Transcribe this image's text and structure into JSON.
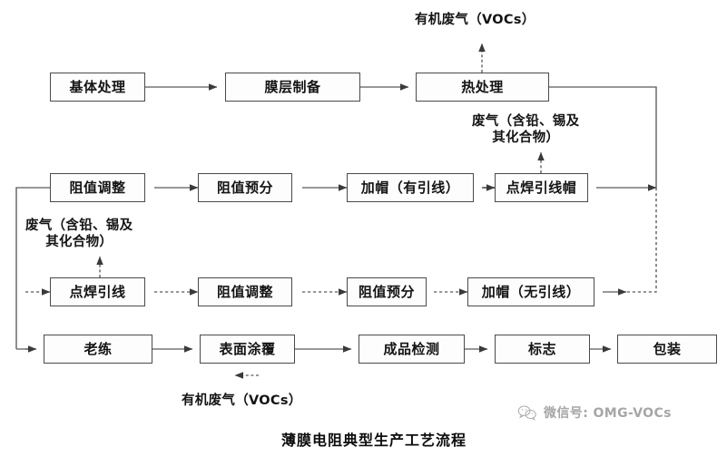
{
  "diagram": {
    "title": "薄膜电阻典型生产工艺流程",
    "background_color": "#ffffff",
    "line_color": "#4a4a4a",
    "text_color": "#141414",
    "nodes": [
      {
        "id": "substrate",
        "label": "基体处理",
        "row": 1
      },
      {
        "id": "film",
        "label": "膜层制备",
        "row": 1
      },
      {
        "id": "heat",
        "label": "热处理",
        "row": 1
      },
      {
        "id": "adj1",
        "label": "阻值调整",
        "row": 2
      },
      {
        "id": "pre1",
        "label": "阻值预分",
        "row": 2
      },
      {
        "id": "cap-lead",
        "label": "加帽（有引线）",
        "row": 2
      },
      {
        "id": "weld-cap",
        "label": "点焊引线帽",
        "row": 2
      },
      {
        "id": "weld-lead",
        "label": "点焊引线",
        "row": 3
      },
      {
        "id": "adj2",
        "label": "阻值调整",
        "row": 3
      },
      {
        "id": "pre2",
        "label": "阻值预分",
        "row": 3
      },
      {
        "id": "cap-nolead",
        "label": "加帽（无引线）",
        "row": 3
      },
      {
        "id": "burnin",
        "label": "老练",
        "row": 4
      },
      {
        "id": "coating",
        "label": "表面涂覆",
        "row": 4
      },
      {
        "id": "inspect",
        "label": "成品检测",
        "row": 4
      },
      {
        "id": "mark",
        "label": "标志",
        "row": 4
      },
      {
        "id": "package",
        "label": "包装",
        "row": 4
      }
    ],
    "emission_labels": [
      {
        "id": "voc-top",
        "text": "有机废气（VOCs）",
        "from": "heat",
        "direction": "up"
      },
      {
        "id": "fume-heat",
        "text_lines": [
          "废气（含铅、锡及",
          "其化合物）"
        ],
        "from": "weld-cap",
        "direction": "up"
      },
      {
        "id": "fume-weld",
        "text_lines": [
          "废气（含铅、锡及",
          "其化合物）"
        ],
        "from": "weld-lead",
        "direction": "up"
      },
      {
        "id": "voc-bottom",
        "text": "有机废气（VOCs）",
        "from": "coating",
        "direction": "down"
      }
    ],
    "watermark": {
      "icon": "wechat-icon",
      "text": "微信号: OMG-VOCs"
    }
  }
}
